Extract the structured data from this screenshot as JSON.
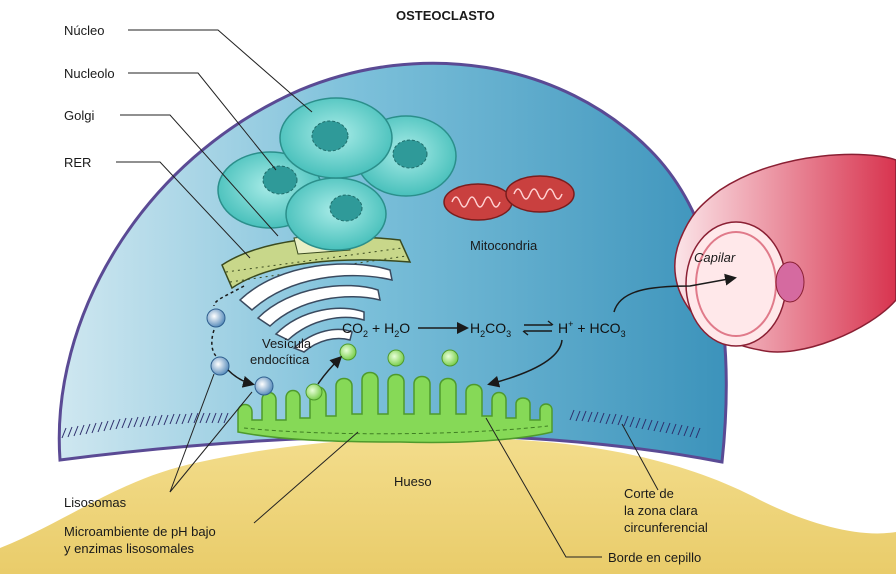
{
  "title": "OSTEOCLASTO",
  "labels": {
    "nucleo": "Núcleo",
    "nucleolo": "Nucleolo",
    "golgi": "Golgi",
    "rer": "RER",
    "mitocondria": "Mitocondria",
    "capilar": "Capilar",
    "vesicula_1": "Vesícula",
    "vesicula_2": "endocítica",
    "hueso": "Hueso",
    "lisosomas": "Lisosomas",
    "microambiente_1": "Microambiente de pH bajo",
    "microambiente_2": "y enzimas lisosomales",
    "corte_1": "Corte de",
    "corte_2": "la zona clara",
    "corte_3": "circunferencial",
    "borde": "Borde en cepillo"
  },
  "equation": {
    "co2": "CO",
    "co2_sub": "2",
    "plus1": "+ H",
    "h2o_sub": "2",
    "h2o_o": "O",
    "h2co3_h": "H",
    "h2co3_sub1": "2",
    "h2co3_co": "CO",
    "h2co3_sub2": "3",
    "h_plus": "H",
    "h_sup": "+",
    "plus2": "+ HCO",
    "hco3_sub": "3"
  },
  "colors": {
    "cell_fill": "#5aa9c9",
    "cell_border": "#5a4a94",
    "bone": "#e8c96b",
    "brush_border": "#7bd44d",
    "nucleus": "#4fc9c4",
    "mitochondria": "#c9403f",
    "capillary": "#d93b55"
  }
}
